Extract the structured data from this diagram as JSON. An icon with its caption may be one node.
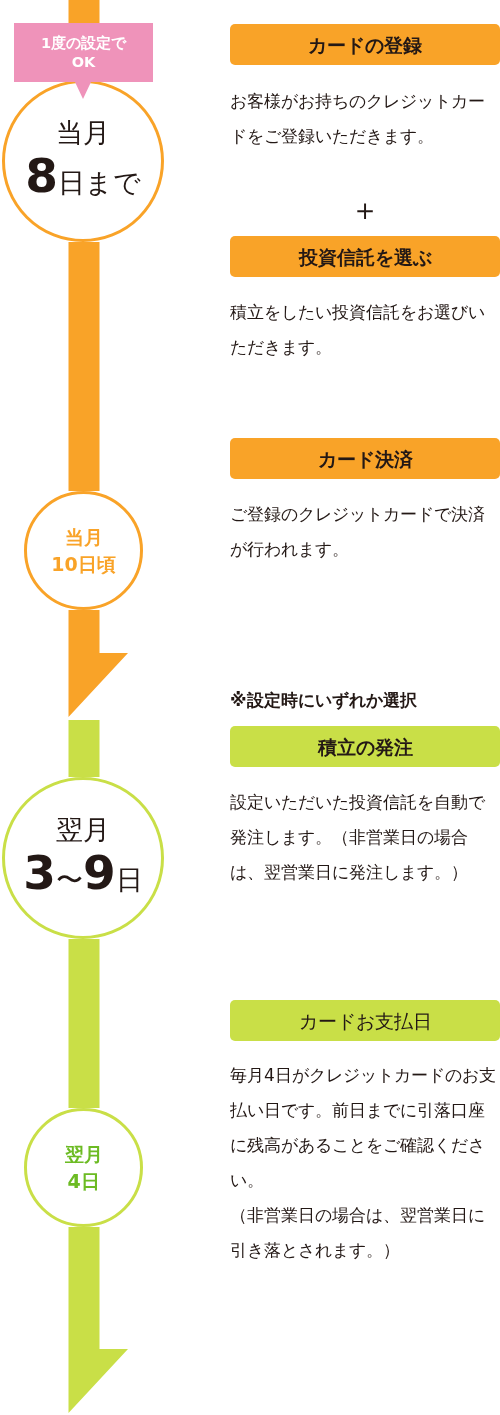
{
  "diagram": {
    "nodes": [
      {
        "text": [
          "1度の設定でOK"
        ]
      },
      {
        "text": [
          "当月",
          "8日まで"
        ]
      },
      {
        "text": [
          "カードの登録"
        ],
        "beside": [
          "お客様がお持ちのクレジットカードをご登録いただきます。"
        ]
      },
      {
        "text": [
          "投資信託を選ぶ"
        ],
        "beside": [
          "積立をしたい投資信託をお選びいただきます。"
        ]
      },
      {
        "text": [
          "当月",
          "10日頃"
        ]
      },
      {
        "text": [
          "カード決済"
        ],
        "beside": [
          "ご登録のクレジットカードで決済が行われます。"
        ]
      },
      {
        "text": [
          "積立の発注"
        ],
        "beside": [
          "設定いただいた投資信託を自動で発注します。（非営業日の場合は、翌営業日に発注します。）"
        ]
      },
      {
        "text": [
          "翌月",
          "3〜9日"
        ]
      },
      {
        "text": [
          "カードお支払日"
        ],
        "beside": [
          "毎月4日がクレジットカードのお支払い日です。前日までに引落口座に残高があることをご確認ください。",
          "（非営業日の場合は、翌営業日に引き落とされます。）"
        ]
      },
      {
        "text": [
          "翌月",
          "4日"
        ]
      }
    ],
    "edges": [
      {
        "from": null,
        "to": 0,
        "arrow": "none",
        "color": "#f9a328"
      },
      {
        "from": 1,
        "to": 4,
        "arrow": "none",
        "color": "#f9a328"
      },
      {
        "from": null,
        "to": 7,
        "arrow": "none",
        "color": "#c9df47"
      },
      {
        "from": 7,
        "to": 9,
        "arrow": "none",
        "color": "#c9df47"
      }
    ],
    "labels": [
      "＋",
      "※設定時にいずれか選択"
    ]
  }
}
